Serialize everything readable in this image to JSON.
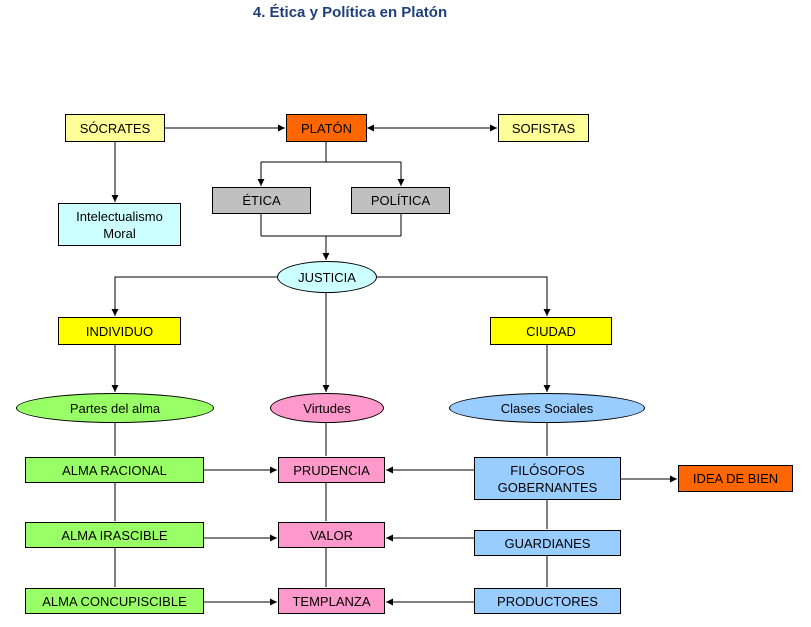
{
  "title": "4. Ética y Política en Platón",
  "colors": {
    "yellow_light": "#ffff99",
    "orange": "#ff6600",
    "cyan_light": "#ccffff",
    "gray": "#c0c0c0",
    "blue_light": "#99ccff",
    "yellow": "#ffff00",
    "green": "#99ff66",
    "pink": "#ff99cc",
    "title": "#1f3f7a"
  },
  "nodes": {
    "socrates": "SÓCRATES",
    "platon": "PLATÓN",
    "sofistas": "SOFISTAS",
    "intelectualismo": "Intelectualismo Moral",
    "etica": "ÉTICA",
    "politica": "POLÍTICA",
    "justicia": "JUSTICIA",
    "individuo": "INDIVIDUO",
    "ciudad": "CIUDAD",
    "partes_alma": "Partes del alma",
    "virtudes": "Virtudes",
    "clases_sociales": "Clases Sociales",
    "alma_racional": "ALMA RACIONAL",
    "prudencia": "PRUDENCIA",
    "filosofos": "FILÓSOFOS GOBERNANTES",
    "idea_bien": "IDEA DE BIEN",
    "alma_irascible": "ALMA IRASCIBLE",
    "valor": "VALOR",
    "guardianes": "GUARDIANES",
    "alma_concupiscible": "ALMA CONCUPISCIBLE",
    "templanza": "TEMPLANZA",
    "productores": "PRODUCTORES"
  }
}
